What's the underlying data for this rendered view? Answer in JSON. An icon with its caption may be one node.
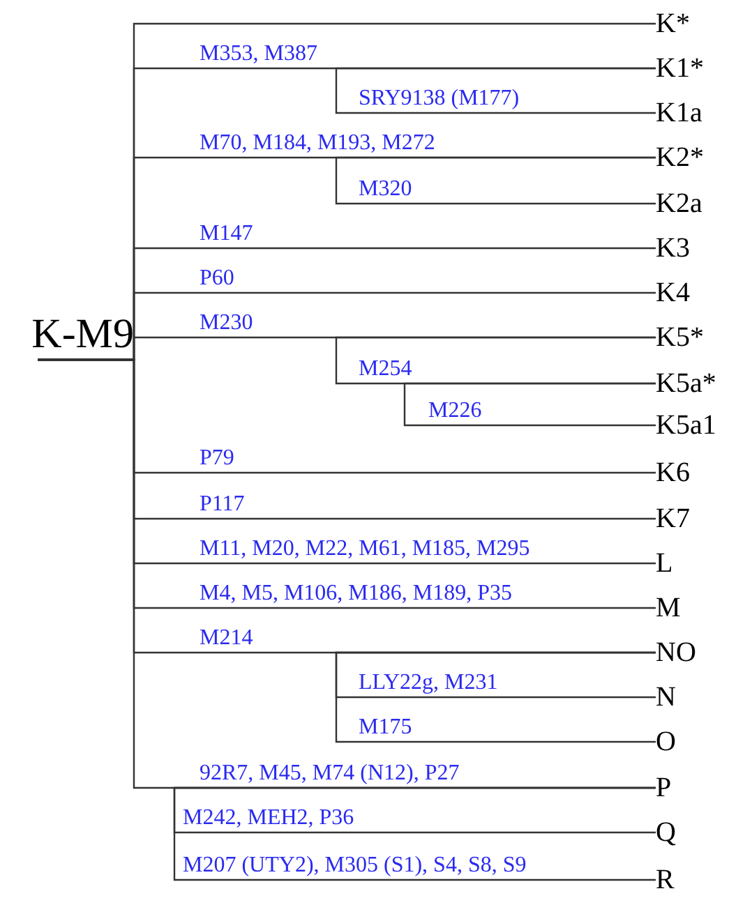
{
  "diagram": {
    "nodes": [
      {
        "text": [
          "K-M9"
        ]
      },
      {
        "text": [
          "K*"
        ]
      },
      {
        "text": [
          "K1*"
        ]
      },
      {
        "text": [
          "K1a"
        ]
      },
      {
        "text": [
          "K2*"
        ]
      },
      {
        "text": [
          "K2a"
        ]
      },
      {
        "text": [
          "K3"
        ]
      },
      {
        "text": [
          "K4"
        ]
      },
      {
        "text": [
          "K5*"
        ]
      },
      {
        "text": [
          "K5a*"
        ]
      },
      {
        "text": [
          "K5a1"
        ]
      },
      {
        "text": [
          "K6"
        ]
      },
      {
        "text": [
          "K7"
        ]
      },
      {
        "text": [
          "L"
        ]
      },
      {
        "text": [
          "M"
        ]
      },
      {
        "text": [
          "NO"
        ]
      },
      {
        "text": [
          "N"
        ]
      },
      {
        "text": [
          "O"
        ]
      },
      {
        "text": [
          "P"
        ]
      },
      {
        "text": [
          "Q"
        ]
      },
      {
        "text": [
          "R"
        ]
      }
    ],
    "edges": [
      {
        "from": 0,
        "to": 1,
        "arrow": "none"
      },
      {
        "from": 0,
        "to": 2,
        "arrow": "none",
        "label": "M353, M387"
      },
      {
        "from": 2,
        "to": 3,
        "arrow": "none",
        "label": "SRY9138 (M177)"
      },
      {
        "from": 0,
        "to": 4,
        "arrow": "none",
        "label": "M70, M184, M193, M272"
      },
      {
        "from": 4,
        "to": 5,
        "arrow": "none",
        "label": "M320"
      },
      {
        "from": 0,
        "to": 6,
        "arrow": "none",
        "label": "M147"
      },
      {
        "from": 0,
        "to": 7,
        "arrow": "none",
        "label": "P60"
      },
      {
        "from": 0,
        "to": 8,
        "arrow": "none",
        "label": "M230"
      },
      {
        "from": 8,
        "to": 9,
        "arrow": "none",
        "label": "M254"
      },
      {
        "from": 9,
        "to": 10,
        "arrow": "none",
        "label": "M226"
      },
      {
        "from": 0,
        "to": 11,
        "arrow": "none",
        "label": "P79"
      },
      {
        "from": 0,
        "to": 12,
        "arrow": "none",
        "label": "P117"
      },
      {
        "from": 0,
        "to": 13,
        "arrow": "none",
        "label": "M11, M20, M22, M61, M185, M295"
      },
      {
        "from": 0,
        "to": 14,
        "arrow": "none",
        "label": "M4, M5, M106, M186, M189, P35"
      },
      {
        "from": 0,
        "to": 15,
        "arrow": "none",
        "label": "M214"
      },
      {
        "from": 15,
        "to": 16,
        "arrow": "none",
        "label": "LLY22g, M231"
      },
      {
        "from": 15,
        "to": 17,
        "arrow": "none",
        "label": "M175"
      },
      {
        "from": 0,
        "to": 18,
        "arrow": "none",
        "label": "92R7, M45, M74 (N12), P27"
      },
      {
        "from": 18,
        "to": 19,
        "arrow": "none",
        "label": "M242, MEH2, P36"
      },
      {
        "from": 18,
        "to": 20,
        "arrow": "none",
        "label": "M207 (UTY2), M305 (S1), S4, S8, S9"
      }
    ]
  }
}
